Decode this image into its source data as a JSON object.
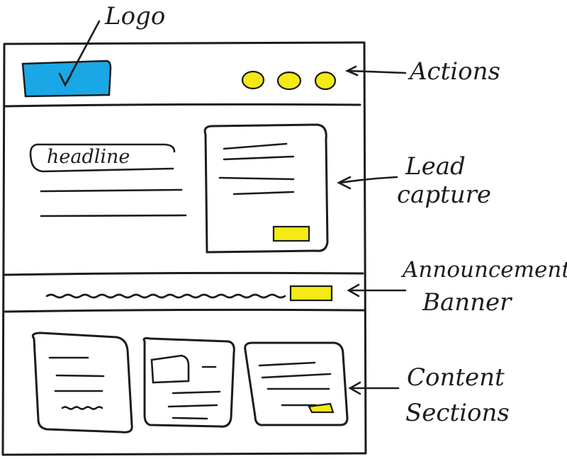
{
  "annotations": {
    "logo": "Logo",
    "actions": "Actions",
    "lead_capture_line1": "Lead",
    "lead_capture_line2": "capture",
    "announcement_line1": "Announcement",
    "announcement_line2": "Banner",
    "content_line1": "Content",
    "content_line2": "Sections"
  },
  "wireframe": {
    "headline_text": "headline"
  },
  "colors": {
    "logo_fill": "#1aa7e6",
    "accent_yellow": "#f4ea16",
    "ink": "#1c1c1c"
  }
}
